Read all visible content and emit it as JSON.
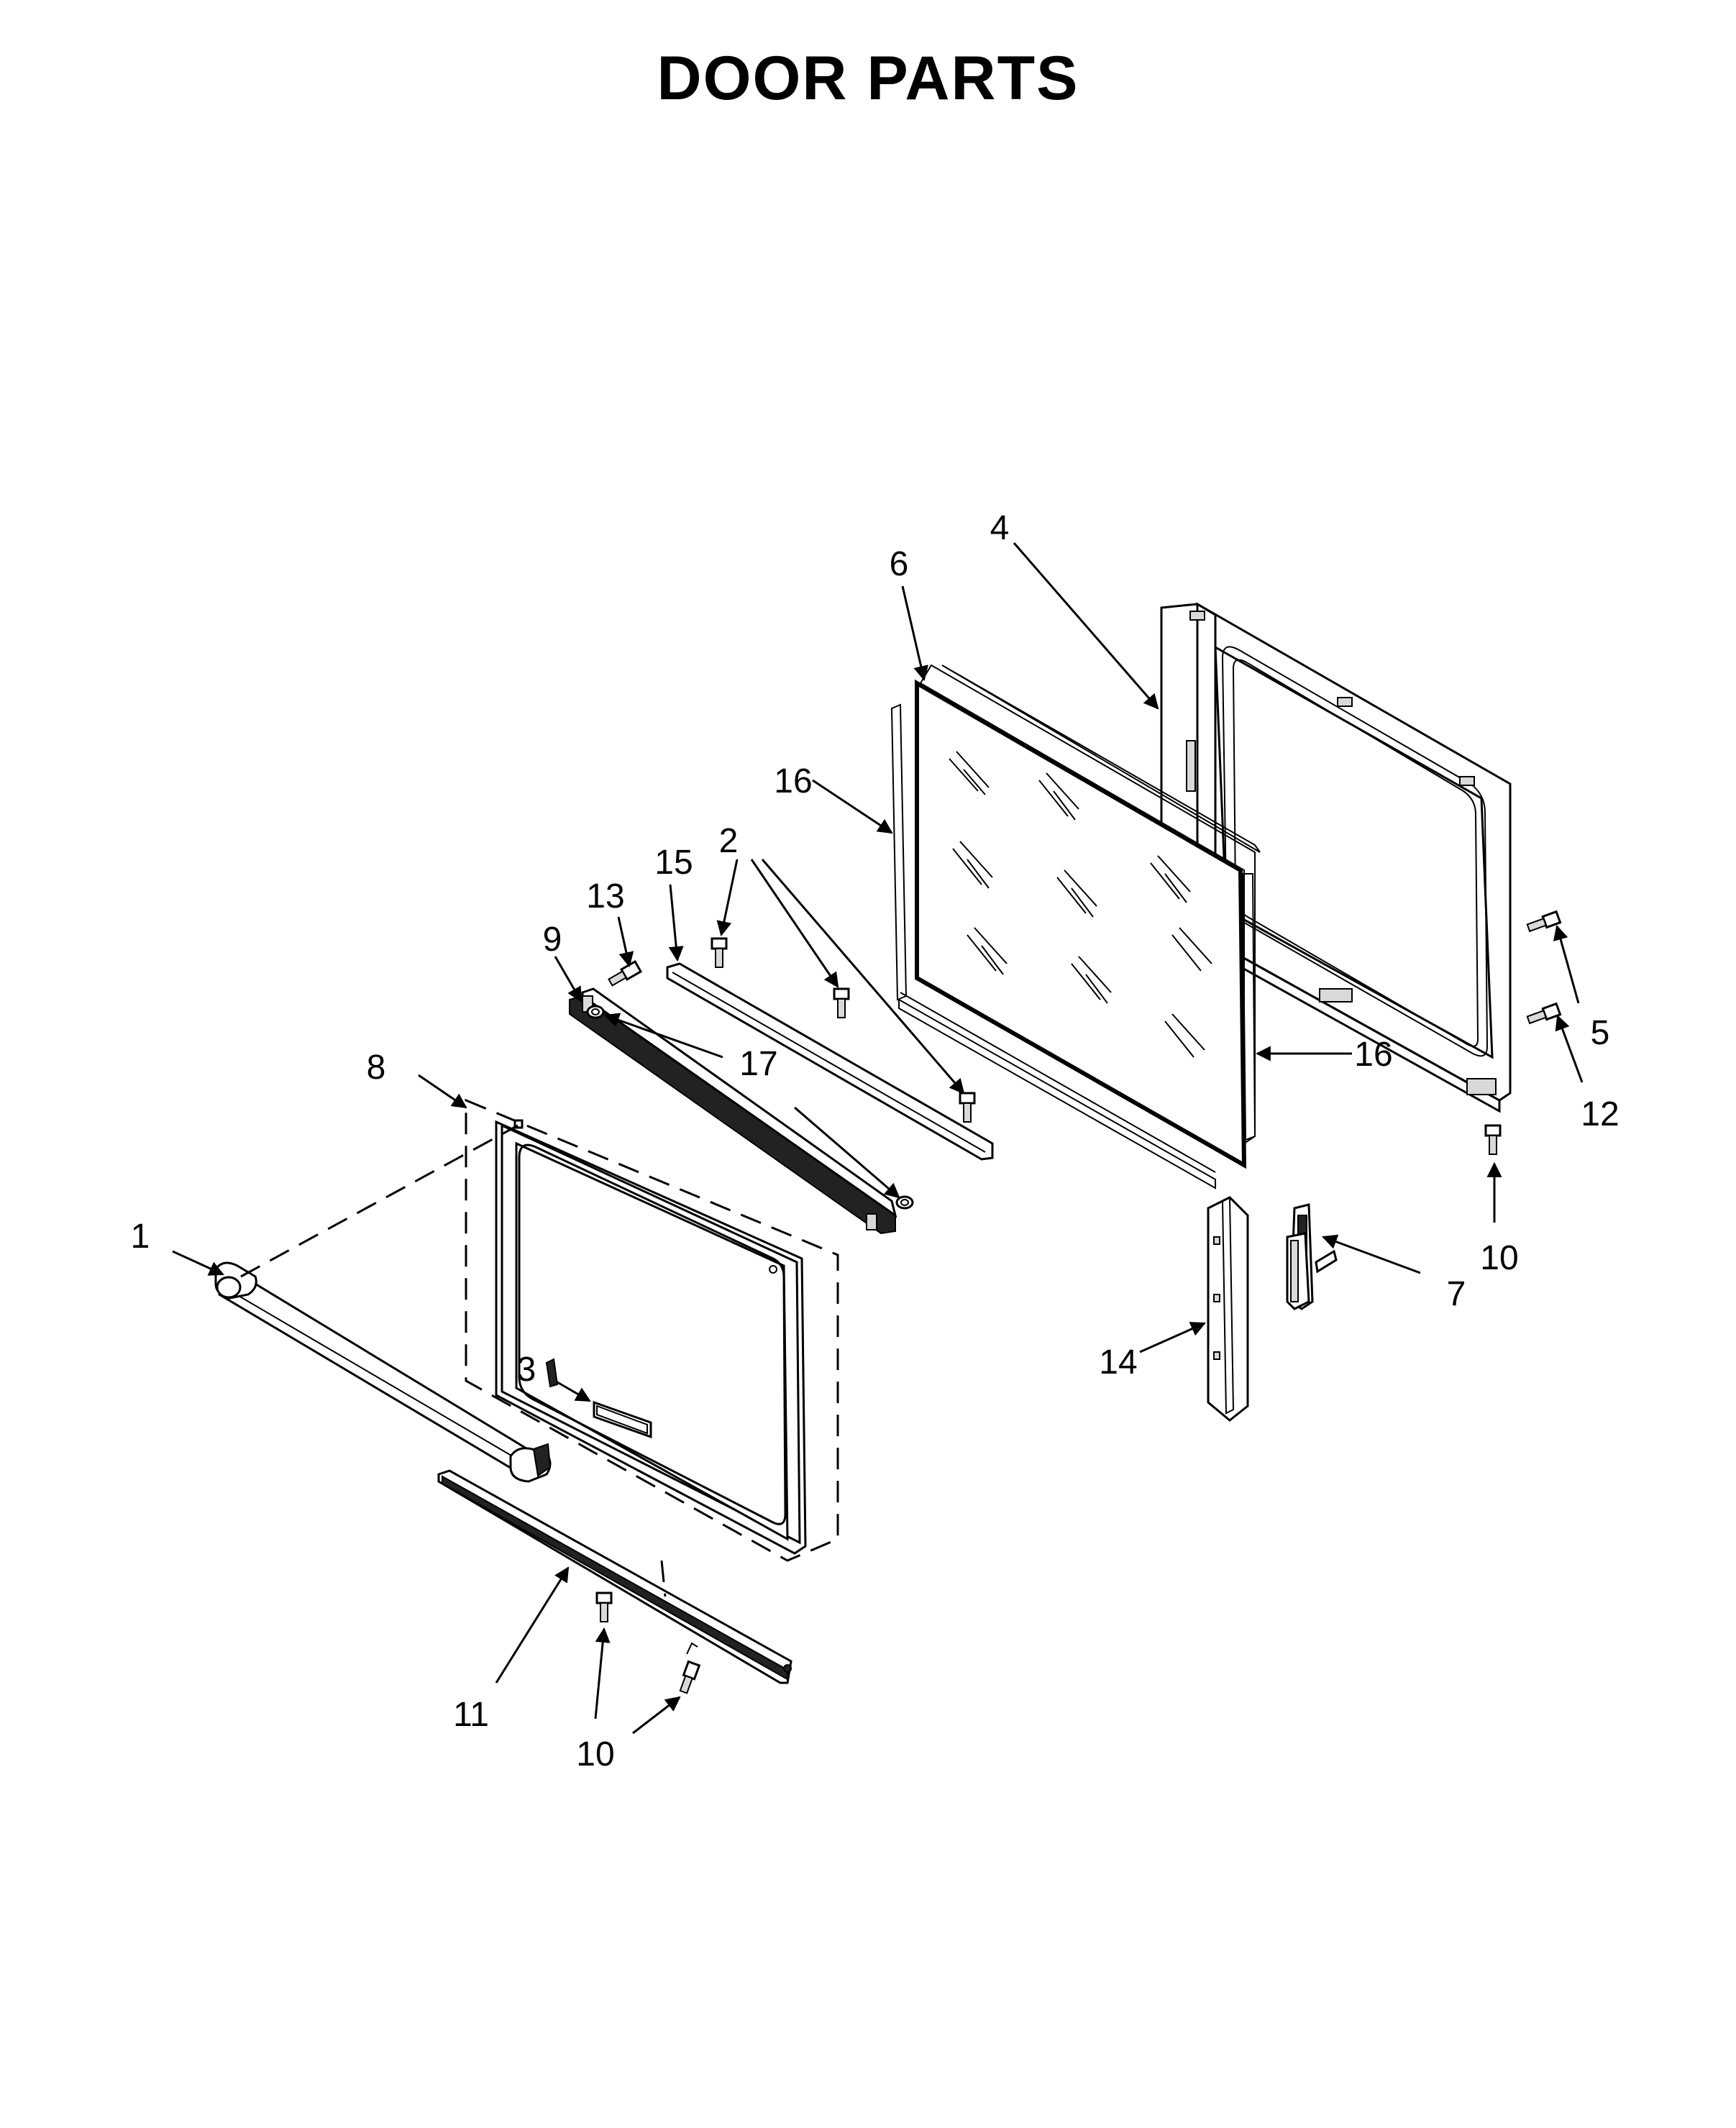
{
  "title": "DOOR PARTS",
  "callouts": {
    "c1": "1",
    "c2": "2",
    "c3": "3",
    "c4": "4",
    "c5": "5",
    "c6": "6",
    "c7": "7",
    "c8": "8",
    "c9": "9",
    "c10a": "10",
    "c10b": "10",
    "c11": "11",
    "c12": "12",
    "c13": "13",
    "c14": "14",
    "c15": "15",
    "c16a": "16",
    "c16b": "16",
    "c17": "17"
  }
}
